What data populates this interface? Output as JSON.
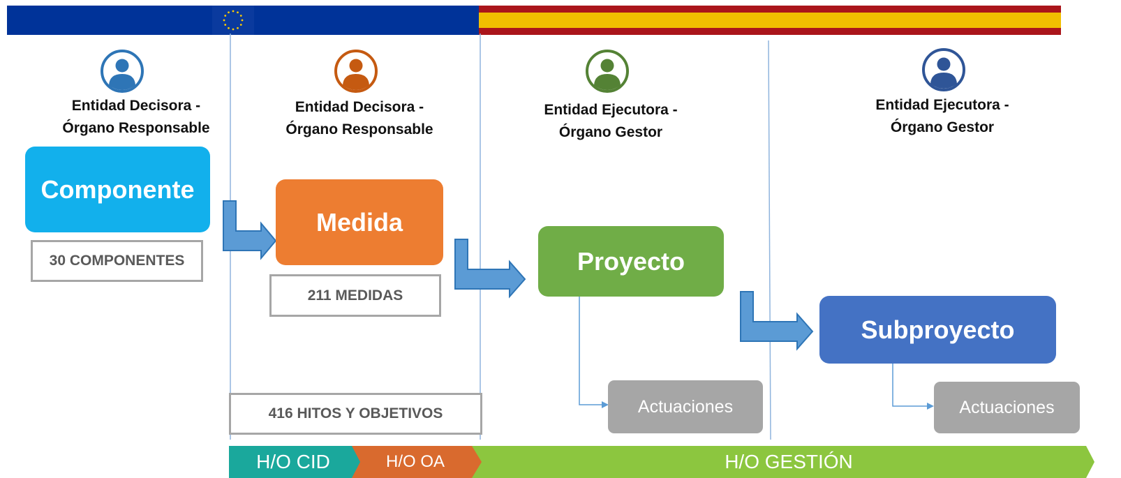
{
  "colors": {
    "eu_blue": "#003399",
    "eu_star": "#ffcc00",
    "spain_red": "#aa151b",
    "spain_yellow": "#f1bf00",
    "componente": "#12b0ec",
    "medida": "#ed7d31",
    "proyecto": "#70ad47",
    "subproyecto": "#4472c4",
    "actuaciones": "#a6a6a6",
    "arrow_fill": "#5b9bd5",
    "arrow_stroke": "#2e75b6",
    "divider": "#8fb4dd",
    "band_cid": "#1aa89c",
    "band_oa": "#d96a2e",
    "band_gestion": "#8cc63f"
  },
  "columns": [
    {
      "icon": "user-circle-icon",
      "icon_color": "#2e75b6",
      "role_line1": "Entidad Decisora -",
      "role_line2": "Órgano Responsable",
      "stage": "Componente",
      "count": "30 COMPONENTES"
    },
    {
      "icon": "user-circle-icon",
      "icon_color": "#c55a11",
      "role_line1": "Entidad Decisora -",
      "role_line2": "Órgano Responsable",
      "stage": "Medida",
      "count": "211 MEDIDAS",
      "milestones": "416 HITOS Y OBJETIVOS"
    },
    {
      "icon": "user-circle-icon",
      "icon_color": "#548235",
      "role_line1": "Entidad Ejecutora -",
      "role_line2": "Órgano Gestor",
      "stage": "Proyecto",
      "sub_item": "Actuaciones"
    },
    {
      "icon": "user-circle-icon",
      "icon_color": "#2f5597",
      "role_line1": "Entidad Ejecutora -",
      "role_line2": "Órgano Gestor",
      "stage": "Subproyecto",
      "sub_item": "Actuaciones"
    }
  ],
  "bottom_band": {
    "segments": [
      "H/O CID",
      "H/O OA",
      "H/O GESTIÓN"
    ]
  }
}
